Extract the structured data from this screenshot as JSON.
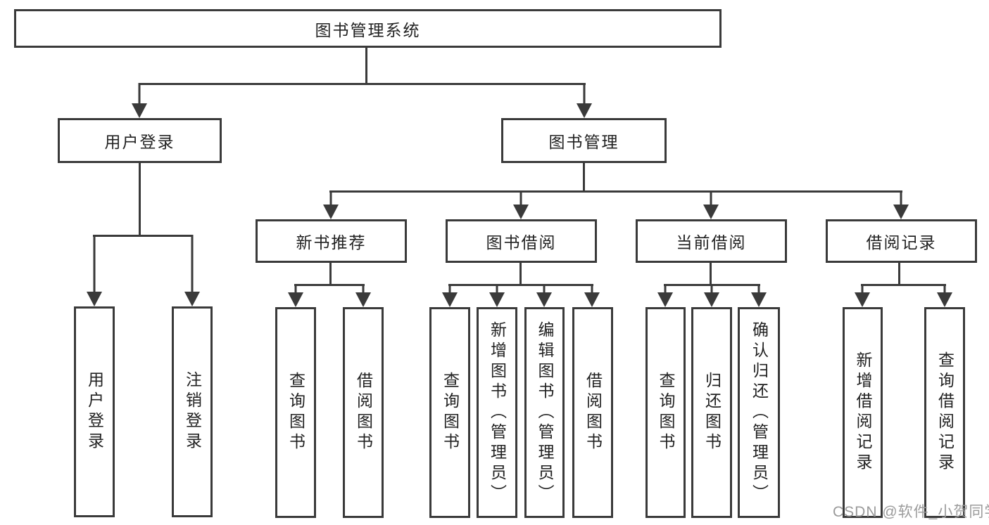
{
  "diagram_title": "图书管理系统",
  "nodes": {
    "root": {
      "label": "图书管理系统"
    },
    "user_login": {
      "label": "用户登录"
    },
    "book_mgmt": {
      "label": "图书管理"
    },
    "level2": [
      {
        "label": "新书推荐",
        "parent": "图书管理"
      },
      {
        "label": "图书借阅",
        "parent": "图书管理"
      },
      {
        "label": "当前借阅",
        "parent": "图书管理"
      },
      {
        "label": "借阅记录",
        "parent": "图书管理"
      }
    ],
    "leaves": [
      {
        "label": "用户登录",
        "parent": "用户登录"
      },
      {
        "label": "注销登录",
        "parent": "用户登录"
      },
      {
        "label": "查询图书",
        "parent": "新书推荐"
      },
      {
        "label": "借阅图书",
        "parent": "新书推荐"
      },
      {
        "label": "查询图书",
        "parent": "图书借阅"
      },
      {
        "label": "新增图书（管理员）",
        "parent": "图书借阅"
      },
      {
        "label": "编辑图书（管理员）",
        "parent": "图书借阅"
      },
      {
        "label": "借阅图书",
        "parent": "图书借阅"
      },
      {
        "label": "查询图书",
        "parent": "当前借阅"
      },
      {
        "label": "归还图书",
        "parent": "当前借阅"
      },
      {
        "label": "确认归还（管理员）",
        "parent": "当前借阅"
      },
      {
        "label": "新增借阅记录",
        "parent": "借阅记录"
      },
      {
        "label": "查询借阅记录",
        "parent": "借阅记录"
      }
    ]
  },
  "watermark": {
    "text": "CSDN @软件_小贺同学"
  },
  "colors": {
    "line": "#3a3a3a",
    "text": "#222222",
    "watermark": "#9b9b9b",
    "background": "#ffffff"
  }
}
